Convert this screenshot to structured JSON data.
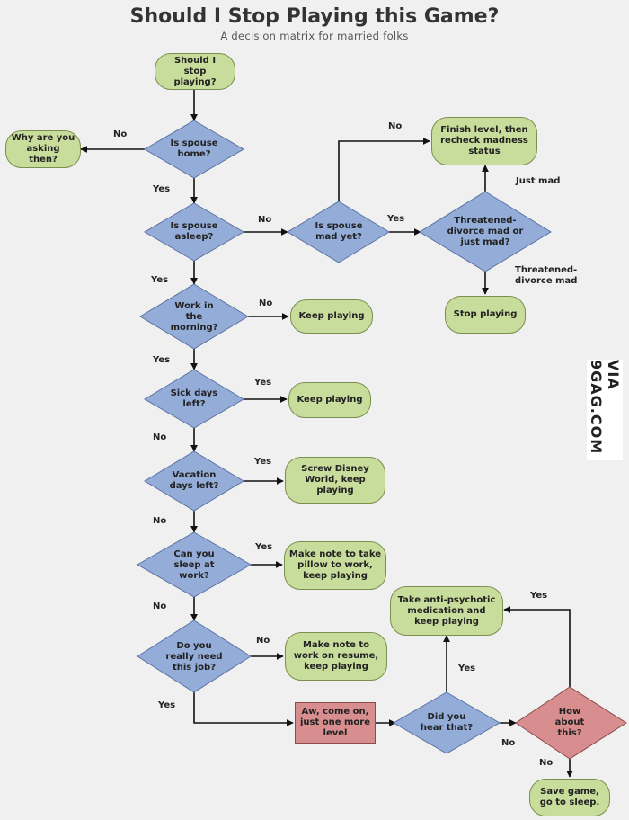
{
  "title": "Should I Stop Playing this Game?",
  "subtitle": "A decision matrix for married folks",
  "watermark": "VIA 9GAG.COM",
  "colors": {
    "decision": "#94acd8",
    "terminal": "#c8dc9c",
    "alert": "#d88e8e",
    "line": "#111111"
  },
  "nodes": {
    "start": "Should I stop playing?",
    "spouse_home": "Is spouse home?",
    "why_asking": "Why are you asking then?",
    "spouse_asleep": "Is spouse asleep?",
    "spouse_mad": "Is spouse mad yet?",
    "finish_level": "Finish level, then recheck madness status",
    "threatened_or_mad": "Threatened-divorce mad or just mad?",
    "stop_playing": "Stop playing",
    "work_morning": "Work in the morning?",
    "keep_playing_1": "Keep playing",
    "sick_days": "Sick days left?",
    "keep_playing_2": "Keep playing",
    "vacation_days": "Vacation days left?",
    "screw_disney": "Screw Disney World, keep playing",
    "sleep_at_work": "Can you sleep at work?",
    "pillow_note": "Make note to take pillow to work, keep playing",
    "need_job": "Do you really need this job?",
    "resume_note": "Make note to work on resume, keep playing",
    "one_more_level": "Aw, come on, just one more level",
    "did_you_hear": "Did you hear that?",
    "anti_psychotic": "Take anti-psychotic medication and keep playing",
    "how_about": "How about this?",
    "save_game": "Save game, go to sleep."
  },
  "edge_labels": {
    "home_no": "No",
    "home_yes": "Yes",
    "asleep_no": "No",
    "asleep_yes": "Yes",
    "mad_no": "No",
    "mad_yes": "Yes",
    "just_mad": "Just mad",
    "threatened": "Threatened-divorce mad",
    "work_no": "No",
    "work_yes": "Yes",
    "sick_yes": "Yes",
    "sick_no": "No",
    "vacation_yes": "Yes",
    "vacation_no": "No",
    "sleep_yes": "Yes",
    "sleep_no": "No",
    "job_no": "No",
    "job_yes": "Yes",
    "hear_yes": "Yes",
    "hear_no": "No",
    "how_yes": "Yes",
    "how_no": "No"
  }
}
